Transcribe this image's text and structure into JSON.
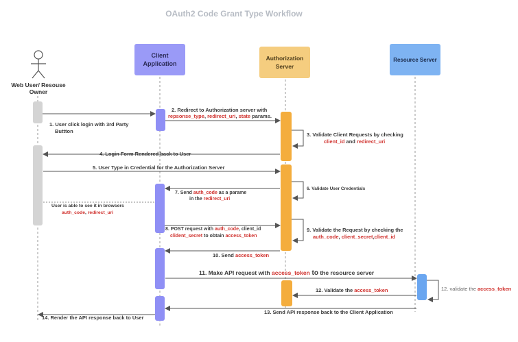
{
  "title": "OAuth2 Code Grant Type Workflow",
  "colors": {
    "client": "#9a9af7",
    "auth": "#f5cd7f",
    "resource": "#7eb3f2",
    "client_activation": "#8f8ff5",
    "auth_activation": "#f4ad3d",
    "resource_activation": "#6aa6f0",
    "user_activation": "#d4d4d4",
    "red": "#d0312d"
  },
  "participants": {
    "user": {
      "label_line1": "Web User/ Resouse",
      "label_line2": "Owner",
      "icon": "person-icon"
    },
    "client": {
      "label_line1": "Client",
      "label_line2": "Application"
    },
    "auth": {
      "label_line1": "Authorization",
      "label_line2": "Server"
    },
    "resource": {
      "label": "Resource Server"
    }
  },
  "steps": {
    "s1": {
      "l1": "1. User click login with 3rd Party",
      "l2": "Buttton"
    },
    "s2": {
      "l1": "2. Redirect to Authorization server with",
      "rt": "repsonse_type",
      "c1": ", ",
      "ru": "redirect_uri",
      "c2": ", ",
      "st": "state",
      "tail": " params."
    },
    "s3": {
      "l1": "3. Validate Client Requests by checking",
      "cid": "client_id",
      "and": " and ",
      "ru": "redirect_uri"
    },
    "s4": {
      "text": "4. Login Form Rendered back to User"
    },
    "s5": {
      "text": "5. User Type in Credential for the Authorization Server"
    },
    "s6": {
      "text": "6. Validate User Credentials"
    },
    "s7": {
      "a": "7. Send ",
      "code": "auth_code",
      "b": " as a parame",
      "c": "in the ",
      "ru": "redirect_uri"
    },
    "note": {
      "l1": "User is able to see it in browsers",
      "code": "auth_code",
      "sep": ", ",
      "ru": "redirect_uri"
    },
    "s8": {
      "a": "8. POST request with ",
      "code": "auth_code",
      "b": ", client_id",
      "secret": "clident_secret",
      "c": " to obtain ",
      "token": "access_token"
    },
    "s9": {
      "l1": "9. Validate the Request by checking the",
      "code": "auth_code",
      "sep1": ", ",
      "secret": "client_secret",
      "sep2": ",",
      "cid": "client_id"
    },
    "s10": {
      "a": "10. Send ",
      "token": "access_token"
    },
    "s11": {
      "a": "11. Make API request with ",
      "token": "access_token",
      "b": " to",
      "c": " the resource server"
    },
    "s12": {
      "a": "12. validate the ",
      "token": "access_token"
    },
    "s12b": {
      "a": "12. Validate the ",
      "token": "access_token"
    },
    "s13": {
      "text": "13. Send API response back to the Client Application"
    },
    "s14": {
      "text": "14. Render the API response back to User"
    }
  }
}
